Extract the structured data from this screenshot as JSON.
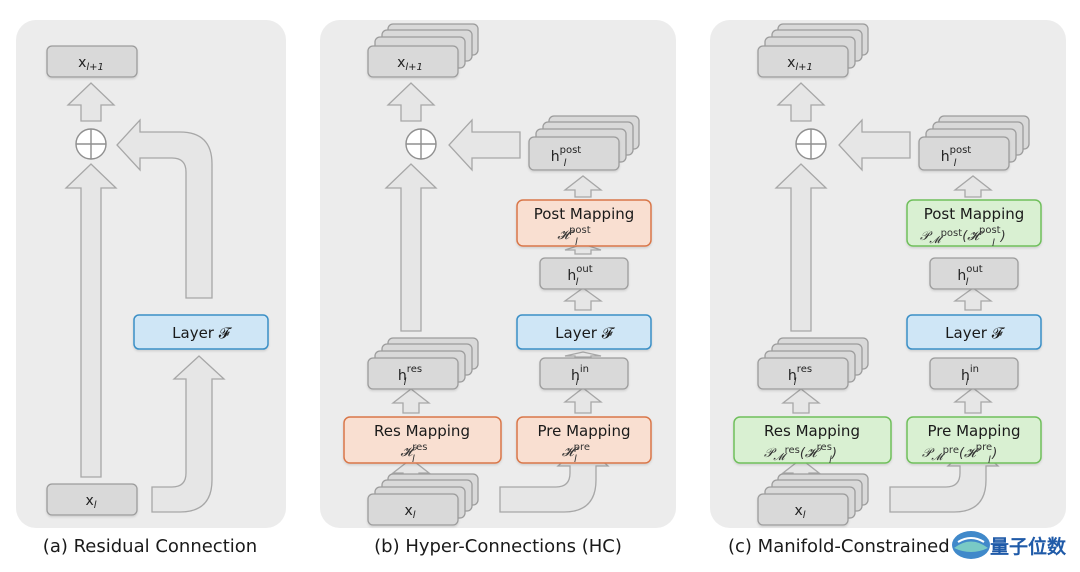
{
  "panels": [
    {
      "caption": "(a) Residual Connection",
      "output_label": "x",
      "output_sub": "l+1",
      "input_label": "x",
      "input_sub": "l",
      "layer_label": "Layer 𝓕"
    },
    {
      "caption": "(b) Hyper-Connections (HC)",
      "output_label": "x",
      "output_sub": "l+1",
      "input_label": "x",
      "input_sub": "l",
      "layer_label": "Layer 𝓕",
      "h_res": "h",
      "h_post": "h",
      "h_in": "h",
      "h_out": "h",
      "sup_res": "res",
      "sup_post": "post",
      "sup_in": "in",
      "sup_out": "out",
      "sub_l": "l",
      "res_mapping": {
        "title": "Res Mapping",
        "formula": "𝓗",
        "sup": "res",
        "sub": "l"
      },
      "pre_mapping": {
        "title": "Pre Mapping",
        "formula": "𝓗",
        "sup": "pre",
        "sub": "l"
      },
      "post_mapping": {
        "title": "Post Mapping",
        "formula": "𝓗",
        "sup": "post",
        "sub": "l"
      }
    },
    {
      "caption": "(c) Manifold-Constrained",
      "output_label": "x",
      "output_sub": "l+1",
      "input_label": "x",
      "input_sub": "l",
      "layer_label": "Layer 𝓕",
      "h_res": "h",
      "h_post": "h",
      "h_in": "h",
      "h_out": "h",
      "sup_res": "res",
      "sup_post": "post",
      "sup_in": "in",
      "sup_out": "out",
      "sub_l": "l",
      "res_mapping": {
        "title": "Res Mapping",
        "formula": "𝒫",
        "proj_sub": "𝓜",
        "proj_sup": "res",
        "inner": "(𝓗",
        "sup": "res",
        "sub": "l",
        "close": ")"
      },
      "pre_mapping": {
        "title": "Pre Mapping",
        "formula": "𝒫",
        "proj_sub": "𝓜",
        "proj_sup": "pre",
        "inner": "(𝓗",
        "sup": "pre",
        "sub": "l",
        "close": ")"
      },
      "post_mapping": {
        "title": "Post Mapping",
        "formula": "𝒫",
        "proj_sub": "𝓜",
        "proj_sup": "post",
        "inner": "(𝓗",
        "sup": "post",
        "sub": "l",
        "close": ")"
      }
    }
  ],
  "watermark": "量子位数",
  "colors": {
    "panel_bg": "#ececec",
    "arrow_fill": "#e6e6e6",
    "arrow_stroke": "#a7a7a7",
    "tensor_fill": "#d9d9d9",
    "tensor_stroke": "#9c9c9c",
    "layer_fill": "#cfe6f6",
    "layer_stroke": "#3a8fc6",
    "hc_fill": "#f9dfd1",
    "hc_stroke": "#d9774a",
    "mhc_fill": "#d9f0d2",
    "mhc_stroke": "#6fbf5b"
  }
}
